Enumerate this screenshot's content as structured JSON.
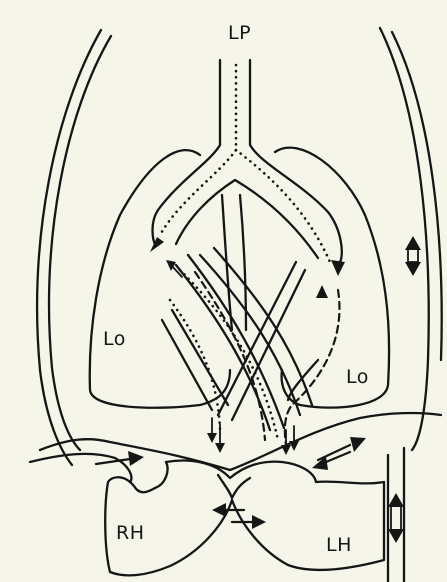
{
  "labels": {
    "lp": "LP",
    "lo_left": "Lo",
    "lo_right": "Lo",
    "rh": "RH",
    "lh": "LH"
  },
  "colors": {
    "paper": "#f6f5ea",
    "ink": "#161616"
  }
}
